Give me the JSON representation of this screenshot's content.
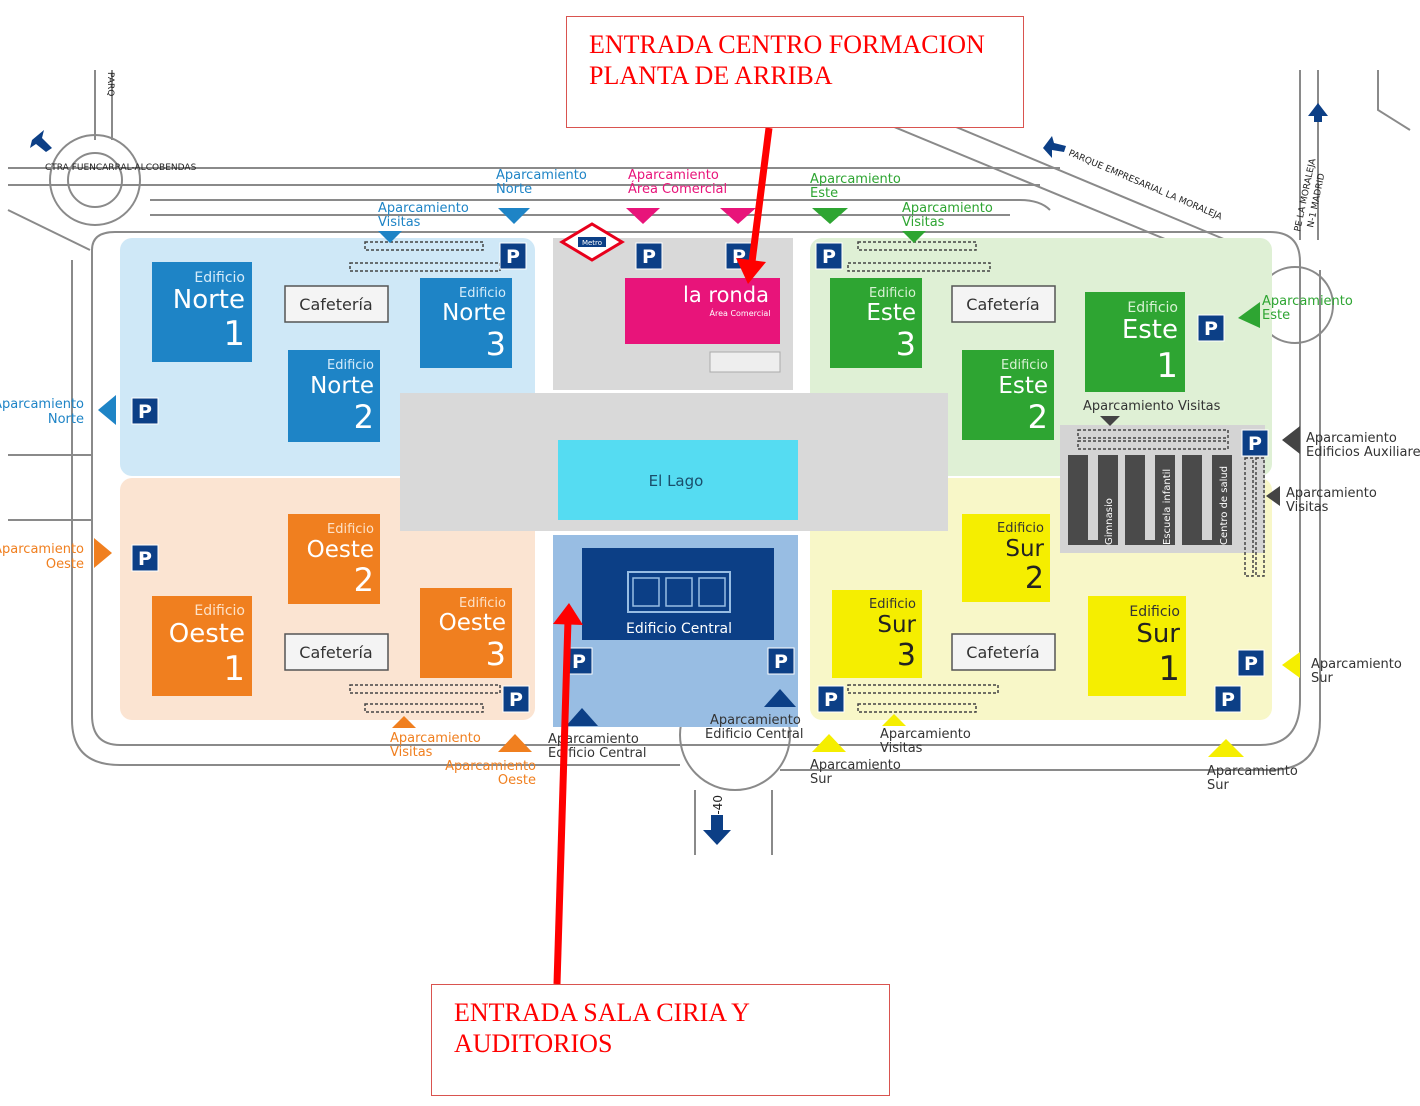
{
  "colors": {
    "north": "#1e84c6",
    "north_zone": "#cfe8f7",
    "west": "#f07f1f",
    "west_zone": "#fbe4d2",
    "east": "#2ea532",
    "east_zone": "#dff0d5",
    "south": "#f5ee00",
    "south_zone": "#f8f7c8",
    "commercial": "#e8147a",
    "central": "#0c3f86",
    "central_zone": "#98bde3",
    "lake": "#55dcf2",
    "plaza": "#d9d9d9",
    "road": "#ffffff",
    "road_edge": "#8a8a8a",
    "annotation_red": "#ff0000",
    "parking_blue": "#0c3f86"
  },
  "callouts": {
    "top": {
      "line1": "ENTRADA CENTRO FORMACION",
      "line2": "PLANTA DE ARRIBA"
    },
    "bottom": {
      "line1": "ENTRADA SALA CIRIA Y",
      "line2": "AUDITORIOS"
    }
  },
  "roads": {
    "fuencarral": "CTRA FUENCARRAL-ALCOBENDAS",
    "parque_top": "PARQ",
    "parque_empresarial": "PARQUE EMPRESARIAL LA MORALEJA",
    "moraleja": "PE LA MORALEJA",
    "n1": "N-1 MADRID",
    "m40": "M-40"
  },
  "buildings": {
    "norte1": {
      "label": "Edificio",
      "name": "Norte",
      "number": "1"
    },
    "norte2": {
      "label": "Edificio",
      "name": "Norte",
      "number": "2"
    },
    "norte3": {
      "label": "Edificio",
      "name": "Norte",
      "number": "3"
    },
    "oeste1": {
      "label": "Edificio",
      "name": "Oeste",
      "number": "1"
    },
    "oeste2": {
      "label": "Edificio",
      "name": "Oeste",
      "number": "2"
    },
    "oeste3": {
      "label": "Edificio",
      "name": "Oeste",
      "number": "3"
    },
    "este1": {
      "label": "Edificio",
      "name": "Este",
      "number": "1"
    },
    "este2": {
      "label": "Edificio",
      "name": "Este",
      "number": "2"
    },
    "este3": {
      "label": "Edificio",
      "name": "Este",
      "number": "3"
    },
    "sur1": {
      "label": "Edificio",
      "name": "Sur",
      "number": "1"
    },
    "sur2": {
      "label": "Edificio",
      "name": "Sur",
      "number": "2"
    },
    "sur3": {
      "label": "Edificio",
      "name": "Sur",
      "number": "3"
    },
    "central": {
      "name": "Edificio Central"
    }
  },
  "cafeteria": "Cafetería",
  "la_ronda": {
    "title": "la ronda",
    "subtitle": "Área Comercial"
  },
  "lake": "El Lago",
  "metro": "Metro",
  "parking_symbol": "P",
  "aux_buildings": {
    "gym": "Gimnasio",
    "school": "Escuela infantil",
    "health": "Centro de salud"
  },
  "parking_labels": {
    "norte_top": [
      "Aparcamiento",
      "Norte"
    ],
    "area_comercial": [
      "Aparcamiento",
      "Área Comercial"
    ],
    "este_top": [
      "Aparcamiento",
      "Este"
    ],
    "visitas_top_left": [
      "Aparcamiento",
      "Visitas"
    ],
    "visitas_top_right": [
      "Aparcamiento",
      "Visitas"
    ],
    "norte_left": [
      "Aparcamiento",
      "Norte"
    ],
    "oeste_left": [
      "Aparcamiento",
      "Oeste"
    ],
    "este_right": [
      "Aparcamiento",
      "Este"
    ],
    "visitas_east": "Aparcamiento Visitas",
    "aux_right": [
      "Aparcamiento",
      "Edificios Auxiliares"
    ],
    "visitas_right": [
      "Aparcamiento",
      "Visitas"
    ],
    "sur_right": [
      "Aparcamiento",
      "Sur"
    ],
    "visitas_bottom_left": [
      "Aparcamiento",
      "Visitas"
    ],
    "oeste_bottom": [
      "Aparcamiento",
      "Oeste"
    ],
    "central_bottom_left": [
      "Aparcamiento",
      "Edificio Central"
    ],
    "central_bottom_mid": [
      "Aparcamiento",
      "Edificio Central"
    ],
    "sur_bottom_left": [
      "Aparcamiento",
      "Sur"
    ],
    "visitas_bottom_right": [
      "Aparcamiento",
      "Visitas"
    ],
    "sur_bottom_right": [
      "Aparcamiento",
      "Sur"
    ]
  }
}
